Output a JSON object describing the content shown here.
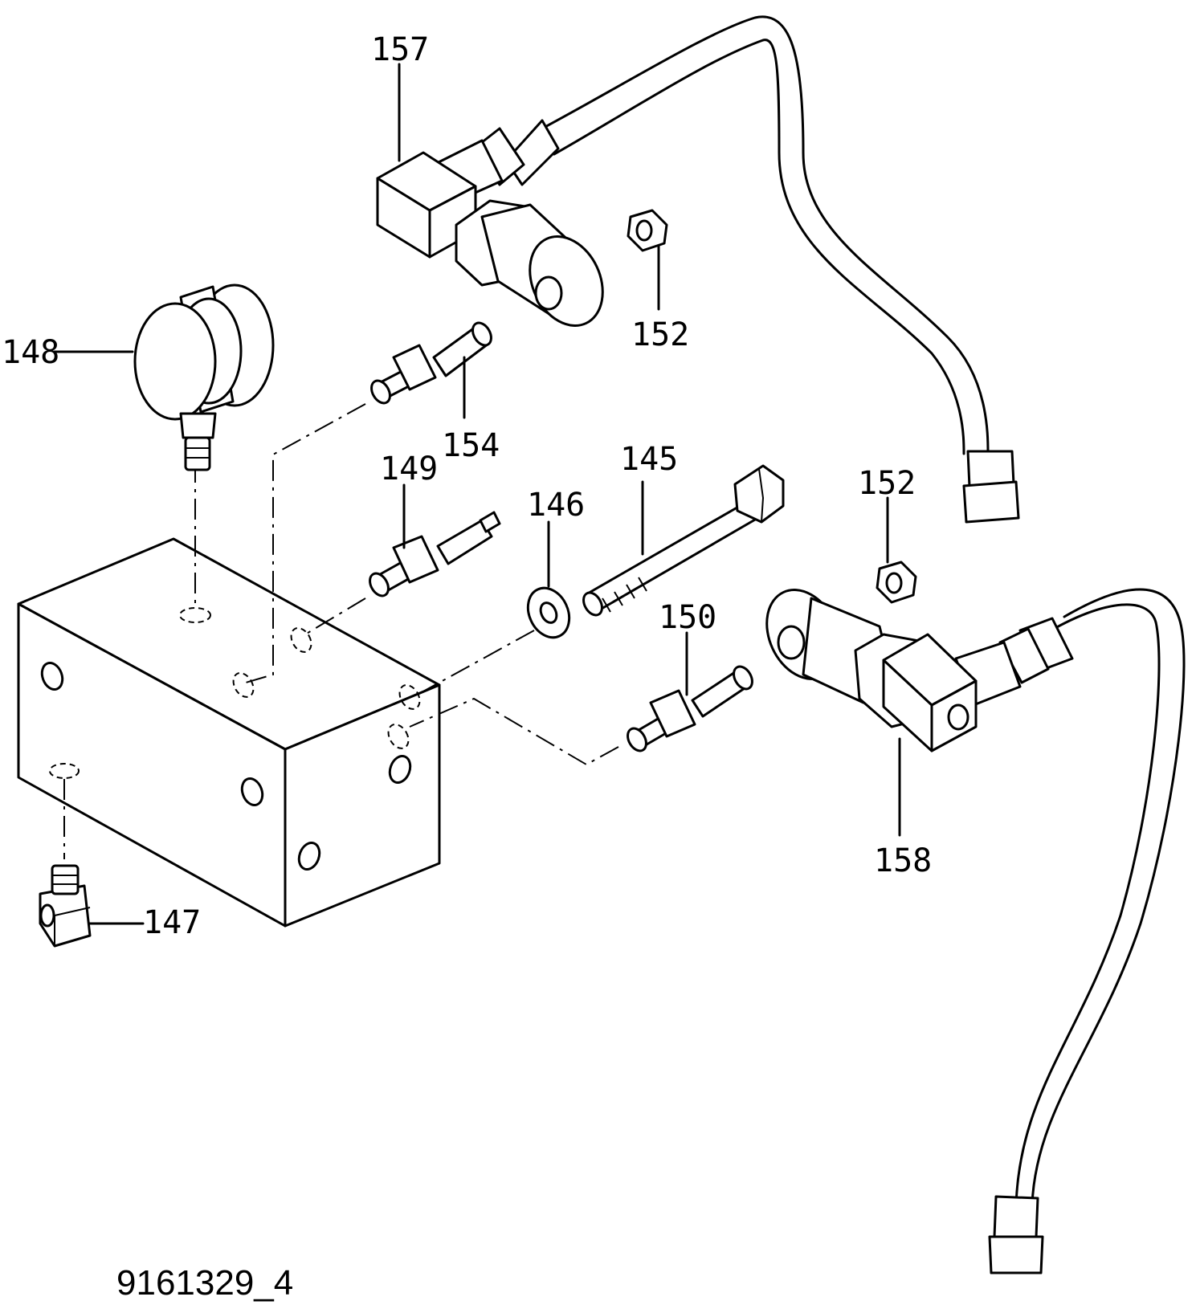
{
  "callouts": {
    "c145": "145",
    "c146": "146",
    "c147": "147",
    "c148": "148",
    "c149": "149",
    "c150": "150",
    "c152a": "152",
    "c152b": "152",
    "c154": "154",
    "c157": "157",
    "c158": "158"
  },
  "drawing_number": "9161329_4",
  "colors": {
    "line": "#000000",
    "background": "#ffffff"
  }
}
